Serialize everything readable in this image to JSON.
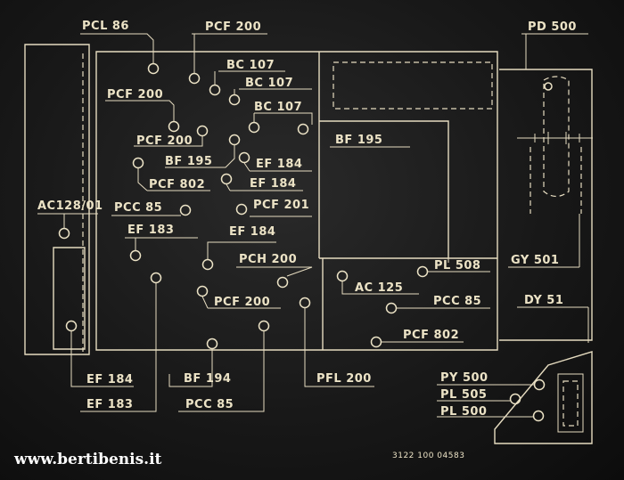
{
  "labels": {
    "pcl86": "PCL 86",
    "pcf200_top": "PCF 200",
    "pd500": "PD 500",
    "bc107_a": "BC 107",
    "bc107_b": "BC 107",
    "bc107_c": "BC 107",
    "pcf200_left": "PCF 200",
    "pcf200_mid": "PCF 200",
    "bf195_left": "BF 195",
    "bf195_right": "BF 195",
    "ef184_a": "EF 184",
    "ef184_b": "EF 184",
    "pcf802_left": "PCF 802",
    "ac128_01": "AC128/01",
    "pcc85_left": "PCC 85",
    "pcf201": "PCF 201",
    "ef183_top": "EF 183",
    "ef184_c": "EF 184",
    "pch200": "PCH 200",
    "pcf200_low": "PCF 200",
    "pl508": "PL 508",
    "ac125": "AC 125",
    "pcc85_right": "PCC 85",
    "gy501": "GY 501",
    "dy51": "DY 51",
    "pcf802_right": "PCF 802",
    "ef184_bottom": "EF 184",
    "bf194": "BF 194",
    "pfl200": "PFL 200",
    "py500": "PY 500",
    "pl505": "PL 505",
    "pl500": "PL 500",
    "ef183_bottom": "EF 183",
    "pcc85_bottom": "PCC 85",
    "part_number": "3122 100 04583"
  },
  "website": "www.bertibenis.it"
}
